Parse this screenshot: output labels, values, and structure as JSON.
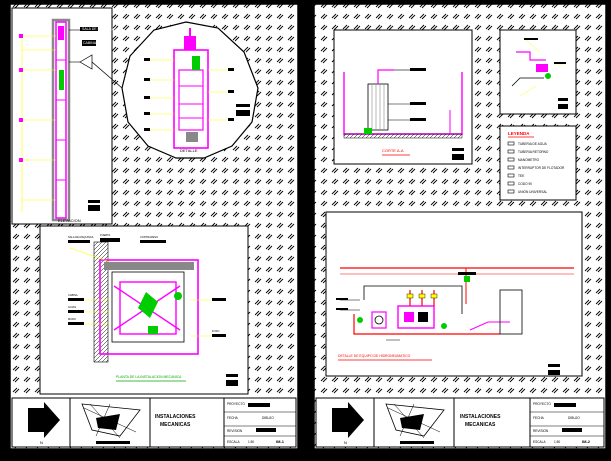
{
  "sheets": [
    {
      "title_block": {
        "project_title": "INSTALACIONES",
        "project_subtitle": "MECANICAS",
        "north_label": "N",
        "scale_label": "ESCALA",
        "scale_value": "1:50",
        "sheet_number": "IM-1",
        "label_proyecto": "PROYECTO",
        "label_fecha": "FECHA",
        "label_dibujo": "DIBUJO",
        "label_revision": "REVISION"
      },
      "views": {
        "elevation_title": "ELEVACION",
        "elevation_top_label": "SALA DE MAQUINAS",
        "elevation_mid_label": "CABINA",
        "plan_title": "PLANTA DE LA INSTALACION MECANICA",
        "plan_notes": [
          "SALA DE MAQUINAS",
          "PUERTA",
          "CONTRAPESO",
          "CABINA",
          "GUIAS",
          "MURO",
          "FOSO"
        ],
        "detail_label": "DETALLE"
      }
    },
    {
      "title_block": {
        "project_title": "INSTALACIONES",
        "project_subtitle": "MECANICAS",
        "north_label": "N",
        "scale_label": "ESCALA",
        "scale_value": "1:50",
        "sheet_number": "IM-2",
        "label_proyecto": "PROYECTO",
        "label_fecha": "FECHA",
        "label_dibujo": "DIBUJO",
        "label_revision": "REVISION"
      },
      "views": {
        "section_title": "CORTE A-A",
        "schematic_title": "DETALLE DE EQUIPO DE HIDRONEUMATICO",
        "legend_title": "LEYENDA",
        "legend_items": [
          "TUBERIA DE AGUA",
          "TUBERIA RETORNO",
          "MANOMETRO",
          "INTERRUPTOR DE FLOTADOR",
          "TEE",
          "CODO 90",
          "UNION UNIVERSAL"
        ]
      }
    }
  ],
  "colors": {
    "line": "#ffffff",
    "magenta": "#ff00ff",
    "red": "#ff0000",
    "green": "#00cc00",
    "yellow": "#ffff00",
    "black": "#000000"
  }
}
